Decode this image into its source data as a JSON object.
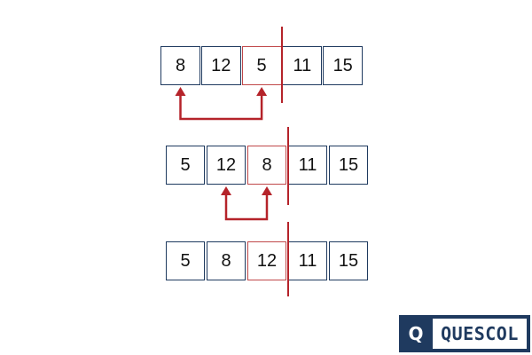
{
  "colors": {
    "box_border": "#1f3a5f",
    "highlight": "#b5232a",
    "text": "#111111"
  },
  "rows": [
    {
      "cells": [
        "8",
        "12",
        "5",
        "11",
        "15"
      ],
      "highlight_index": 2,
      "divider_after_index": 2,
      "swap": [
        0,
        2
      ]
    },
    {
      "cells": [
        "5",
        "12",
        "8",
        "11",
        "15"
      ],
      "highlight_index": 2,
      "divider_after_index": 2,
      "swap": [
        1,
        2
      ]
    },
    {
      "cells": [
        "5",
        "8",
        "12",
        "11",
        "15"
      ],
      "highlight_index": 2,
      "divider_after_index": 2,
      "swap": null
    }
  ],
  "logo": {
    "letter": "Q",
    "name": "QUESCOL"
  }
}
